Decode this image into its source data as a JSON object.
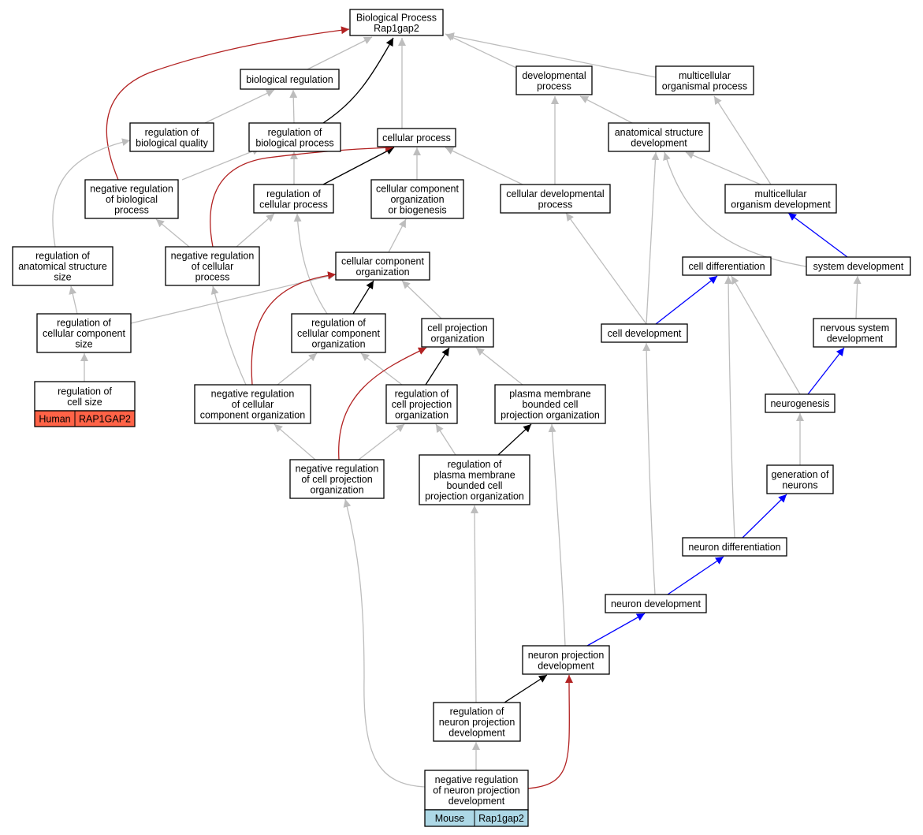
{
  "colors": {
    "is_a": "#bdbdbd",
    "regulates": "#000000",
    "negatively_regulates": "#b22222",
    "part_of": "#0000ff",
    "human_row": "#ff6347",
    "mouse_row": "#add8e6"
  },
  "nodes": {
    "bp": [
      "Biological Process",
      "Rap1gap2"
    ],
    "bio_reg": [
      "biological regulation"
    ],
    "dev_proc": [
      "developmental",
      "process"
    ],
    "multi_proc": [
      "multicellular",
      "organismal process"
    ],
    "reg_bio_quality": [
      "regulation of",
      "biological quality"
    ],
    "reg_bio_proc": [
      "regulation of",
      "biological process"
    ],
    "cell_proc": [
      "cellular process"
    ],
    "anat_dev": [
      "anatomical structure",
      "development"
    ],
    "neg_reg_bio_proc": [
      "negative regulation",
      "of biological",
      "process"
    ],
    "reg_cell_proc": [
      "regulation of",
      "cellular process"
    ],
    "cc_org_biogen": [
      "cellular component",
      "organization",
      "or biogenesis"
    ],
    "cell_dev_proc": [
      "cellular developmental",
      "process"
    ],
    "multi_org_dev": [
      "multicellular",
      "organism development"
    ],
    "reg_anat_size": [
      "regulation of",
      "anatomical structure",
      "size"
    ],
    "neg_reg_cell_proc": [
      "negative regulation",
      "of cellular",
      "process"
    ],
    "cc_org": [
      "cellular component",
      "organization"
    ],
    "cell_diff": [
      "cell differentiation"
    ],
    "sys_dev": [
      "system development"
    ],
    "reg_cc_size": [
      "regulation of",
      "cellular component",
      "size"
    ],
    "reg_cc_org": [
      "regulation of",
      "cellular component",
      "organization"
    ],
    "cp_org": [
      "cell projection",
      "organization"
    ],
    "cell_dev": [
      "cell development"
    ],
    "ns_dev": [
      "nervous system",
      "development"
    ],
    "reg_cell_size": [
      "regulation of",
      "cell size"
    ],
    "neg_reg_cc_org": [
      "negative regulation",
      "of cellular",
      "component organization"
    ],
    "reg_cp_org": [
      "regulation of",
      "cell projection",
      "organization"
    ],
    "pmbcp_org": [
      "plasma membrane",
      "bounded cell",
      "projection organization"
    ],
    "neurogenesis": [
      "neurogenesis"
    ],
    "neg_reg_cp_org": [
      "negative regulation",
      "of cell projection",
      "organization"
    ],
    "reg_pmbcp_org": [
      "regulation of",
      "plasma membrane",
      "bounded cell",
      "projection organization"
    ],
    "gen_neurons": [
      "generation of",
      "neurons"
    ],
    "neuron_diff": [
      "neuron differentiation"
    ],
    "neuron_dev": [
      "neuron development"
    ],
    "np_dev": [
      "neuron projection",
      "development"
    ],
    "reg_np_dev": [
      "regulation of",
      "neuron projection",
      "development"
    ],
    "neg_reg_np_dev": [
      "negative regulation",
      "of neuron projection",
      "development"
    ]
  },
  "annotations": {
    "reg_cell_size": [
      "Human",
      "RAP1GAP2"
    ],
    "neg_reg_np_dev": [
      "Mouse",
      "Rap1gap2"
    ]
  }
}
